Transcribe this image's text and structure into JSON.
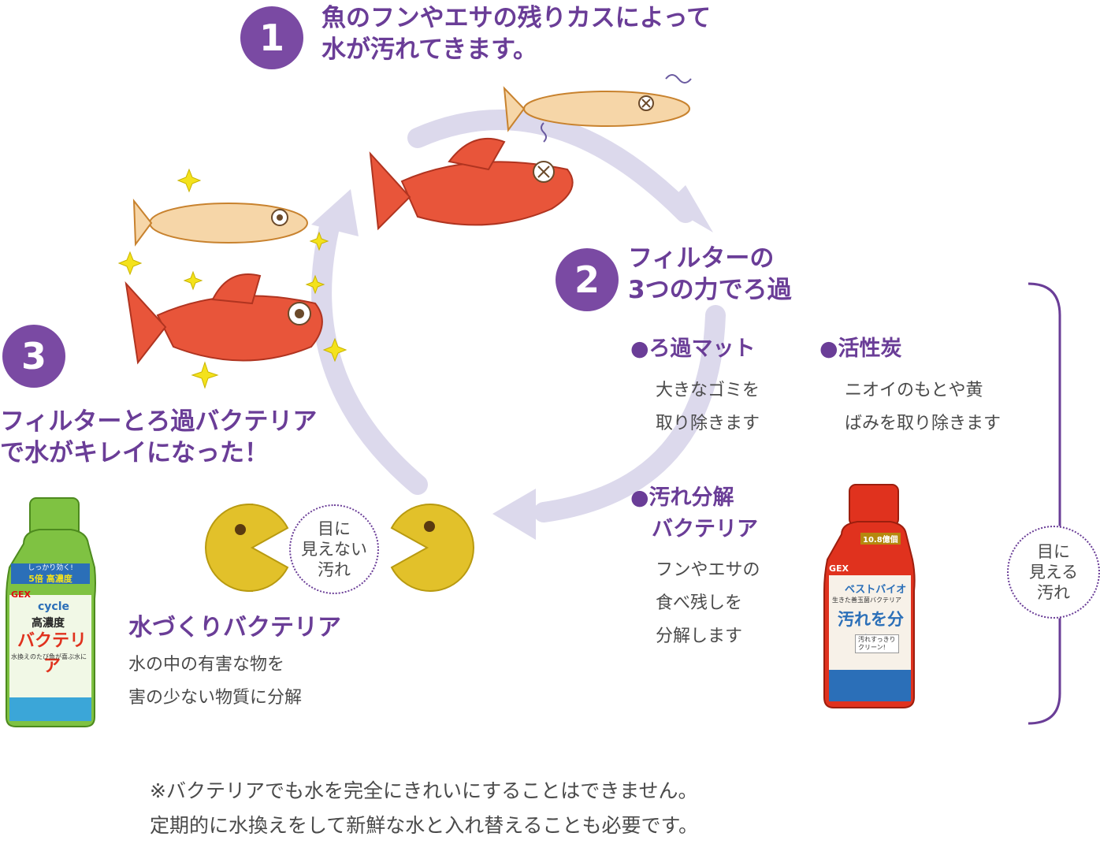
{
  "step1": {
    "num": "1",
    "text": "魚のフンやエサの残りカスによって\n水が汚れてきます。"
  },
  "step2": {
    "num": "2",
    "text": "フィルターの\n3つの力でろ過"
  },
  "step3": {
    "num": "3",
    "text": "フィルターとろ過バクテリア\nで水がキレイになった！"
  },
  "filter": {
    "mat": {
      "title": "●ろ過マット",
      "desc": "大きなゴミを\n取り除きます"
    },
    "carbon": {
      "title": "●活性炭",
      "desc": "ニオイのもとや黄\nばみを取り除きます"
    },
    "bacteria": {
      "title": "●汚れ分解\n　バクテリア",
      "desc": "フンやエサの\n食べ残しを\n分解します"
    }
  },
  "invisible_dirt": "目に\n見えない\n汚れ",
  "visible_dirt": "目に\n見える\n汚れ",
  "water_bacteria": {
    "title": "水づくりバクテリア",
    "desc": "水の中の有害な物を\n害の少ない物質に分解"
  },
  "product_left": {
    "brand": "GEX",
    "line": "cycle",
    "badge1": "しっかり効く!",
    "badge2": "5倍 高濃度",
    "name1": "高濃度",
    "name2": "バクテリア",
    "sub": "水換えのたび魚が喜ぶ水に"
  },
  "product_right": {
    "brand": "GEX",
    "line": "ベストバイオ",
    "tag": "10.8億個",
    "sub": "生きた善玉菌バクテリア",
    "name": "汚れを分解",
    "bubble": "汚れすっきり\nクリーン!"
  },
  "note": "※バクテリアでも水を完全にきれいにすることはできません。\n定期的に水換えをして新鮮な水と入れ替えることも必要です。",
  "colors": {
    "purple": "#6a3d97",
    "cycle": "#dcd9ec",
    "goldfish": "#e8553a",
    "medaka": "#f6d6a8",
    "bacteria": "#e2c12a",
    "sparkle": "#f4e21c"
  }
}
